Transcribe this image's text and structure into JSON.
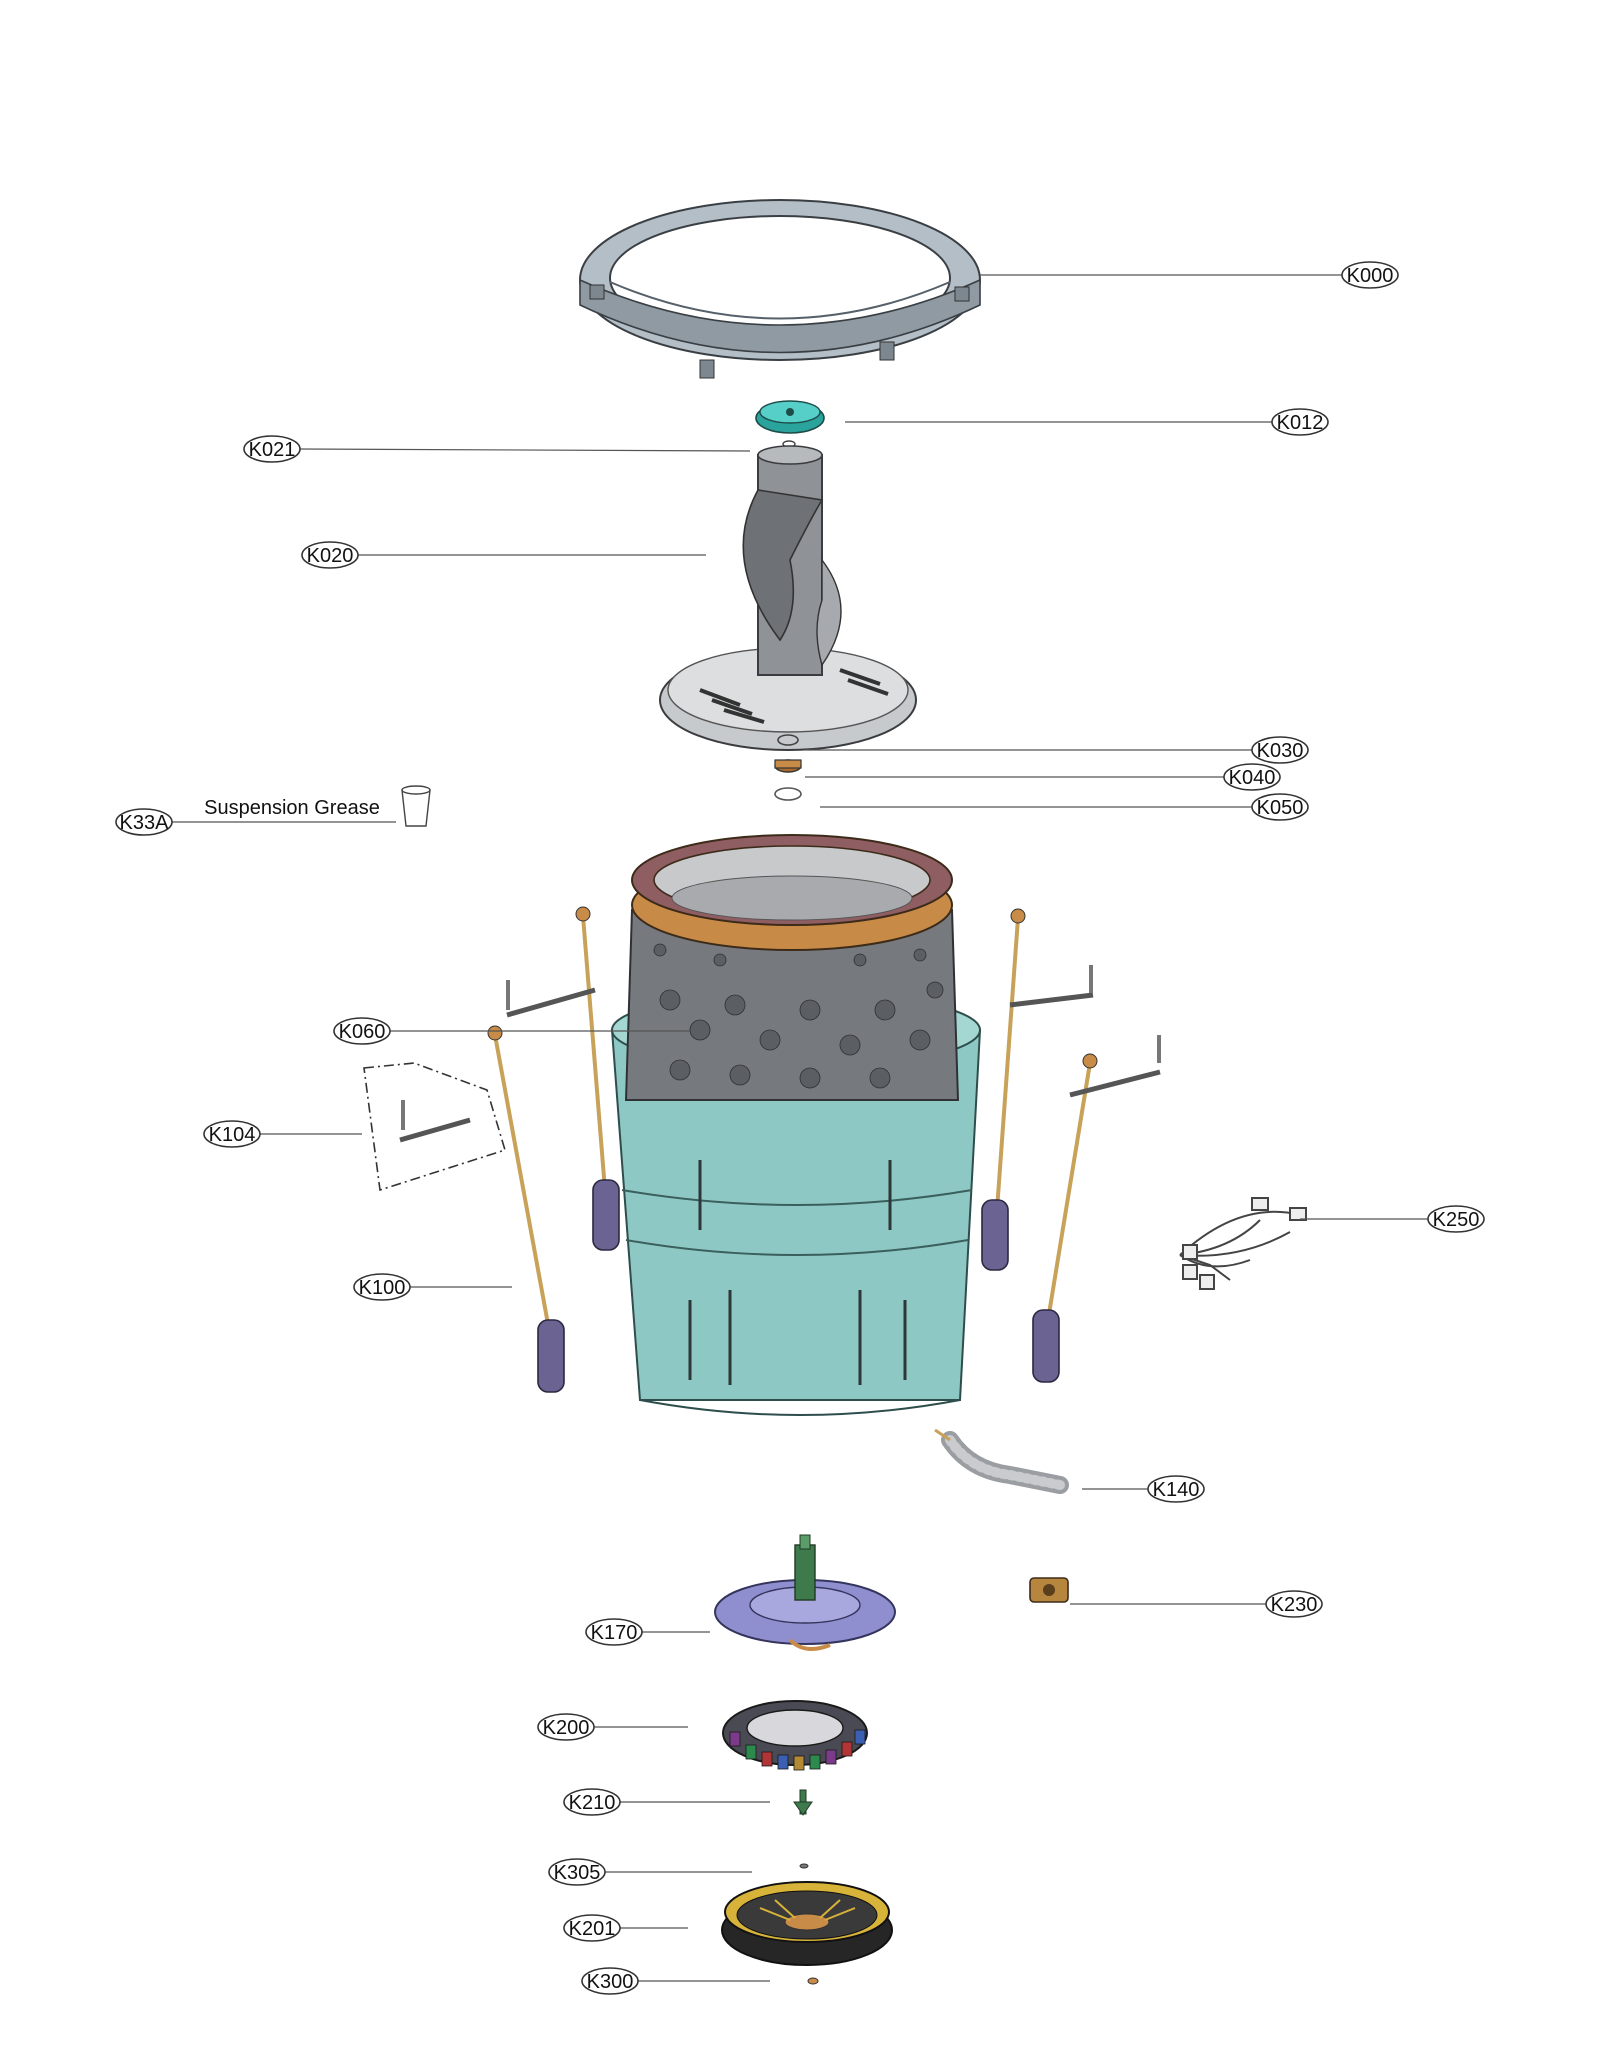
{
  "labels": {
    "k000": "K000",
    "k012": "K012",
    "k021": "K021",
    "k020": "K020",
    "k030": "K030",
    "k040": "K040",
    "k050": "K050",
    "k33a": "K33A",
    "k060": "K060",
    "k104": "K104",
    "k100": "K100",
    "k250": "K250",
    "k140": "K140",
    "k230": "K230",
    "k170": "K170",
    "k200": "K200",
    "k210": "K210",
    "k305": "K305",
    "k201": "K201",
    "k300": "K300"
  },
  "grease_text": "Suspension Grease",
  "colors": {
    "tub_cover": "#9aa6ae",
    "cap": "#3fb8b0",
    "pulsator": "#8c8f93",
    "basket_ring": "#8a5a5f",
    "balancer": "#c98b48",
    "basket": "#6e7176",
    "outer_tub": "#86c6c2",
    "rod": "#c9a25a",
    "damper": "#6b6391",
    "motor_bracket": "#8f8fd0",
    "stator": "#2c2c2c",
    "rotor": "#d7b33a"
  }
}
